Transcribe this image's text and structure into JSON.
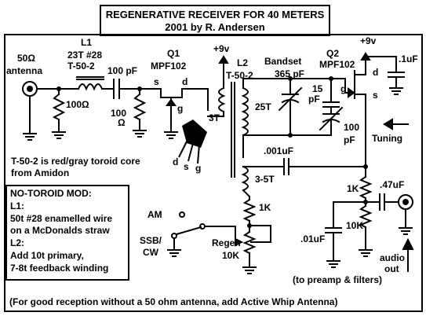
{
  "title": {
    "line1": "REGENERATIVE RECEIVER FOR 40 METERS",
    "line2": "2001 by R. Andersen"
  },
  "labels": {
    "antenna_impedance": "50Ω",
    "antenna": "antenna",
    "r_antenna": "100Ω",
    "l1_name": "L1",
    "l1_turns": "23T #28",
    "l1_core": "T-50-2",
    "c_coupling": "100 pF",
    "r_gate": "100",
    "r_gate_unit": "Ω",
    "q1_name": "Q1",
    "q1_part": "MPF102",
    "q1_s": "s",
    "q1_d": "d",
    "q1_g": "g",
    "pin_d": "d",
    "pin_s": "s",
    "pin_g": "g",
    "supply_left": "+9v",
    "l2_name": "L2",
    "l2_core": "T-50-2",
    "l2_primary": "3T",
    "l2_secondary": "25T",
    "bandset": "Bandset",
    "bandset_value": "365 pF",
    "c_15": "15",
    "c_15_unit": "pF",
    "c_100": "100",
    "c_100_unit": "pF",
    "tuning": "Tuning",
    "q2_name": "Q2",
    "q2_part": "MPF102",
    "q2_g": "g",
    "q2_d": "d",
    "q2_s": "s",
    "supply_right": "+9v",
    "c_bypass": ".1uF",
    "c_feedback": ".001uF",
    "feedback_winding": "3-5T",
    "r_regen_top": "1K",
    "r_source": "1K",
    "c_out": ".47uF",
    "r_out": "10K",
    "c_filter": ".01uF",
    "am": "AM",
    "ssb": "SSB/",
    "cw": "CW",
    "regen": "Regen",
    "regen_value": "10K",
    "audio": "audio",
    "out": "out",
    "preamp_note": "(to preamp & filters)",
    "toroid_note1": "T-50-2 is red/gray toroid core",
    "toroid_note2": "from Amidon",
    "footer_note": "(For good reception without a 50 ohm antenna, add Active Whip Antenna)"
  },
  "mod_box": {
    "heading": "NO-TOROID MOD:",
    "l1_label": "L1:",
    "l1_text1": "50t #28 enamelled wire",
    "l1_text2": "on a McDonalds straw",
    "l2_label": "L2:",
    "l2_text1": "Add 10t primary,",
    "l2_text2": "7-8t feedback winding"
  }
}
